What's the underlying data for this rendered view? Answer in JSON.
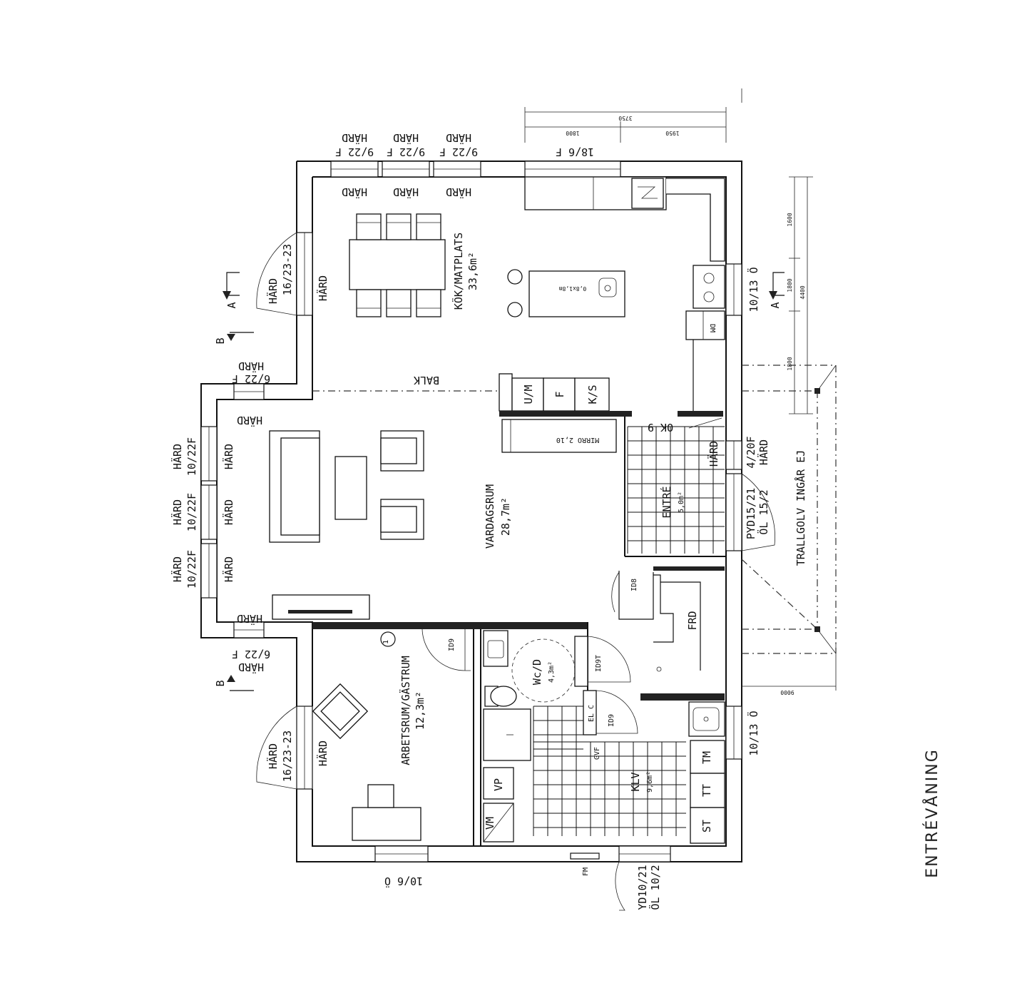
{
  "floor_title": "ENTRÉVÅNING",
  "rooms": {
    "kitchen": {
      "name": "KÖK/MATPLATS",
      "area": "33,6m²"
    },
    "living": {
      "name": "VARDAGSRUM",
      "area": "28,7m²"
    },
    "office": {
      "name": "ARBETSRUM/GÄSTRUM",
      "area": "12,3m²"
    },
    "entry": {
      "name": "ENTRÉ",
      "area": "5,0m²"
    },
    "wc": {
      "name": "Wc/D",
      "area": "4,3m²"
    },
    "klv": {
      "name": "KLV",
      "area": "9,6m²"
    }
  },
  "labels": {
    "window_9_22_f": "9/22 F",
    "window_18_6_f": "18/6 F",
    "hard": "HÄRD",
    "door_16_23_23": "16/23-23",
    "window_6_22_f": "6/22 F",
    "window_10_22f": "10/22F",
    "window_10_13_o": "10/13 Ö",
    "window_10_6_o": "10/6 Ö",
    "door_4_20f": "4/20F",
    "door_py_15_21": "PYD15/21",
    "door_ol_15_2": "ÖL 15/2",
    "door_yd_10_21": "YD10/21",
    "door_ol_10_2": "ÖL 10/2",
    "balk": "BALK",
    "island": "0,8x1,8m",
    "dm": "DM",
    "um": "U/M",
    "f": "F",
    "ks": "K/S",
    "ok9": "OK 9",
    "mirro": "MIRRO 2,10",
    "id8": "ID8",
    "id9": "ID9",
    "id9t": "ID9T",
    "frd": "FRD",
    "el_c": "EL C",
    "gvf": "GVF",
    "vp": "VP",
    "vm": "VM",
    "tm": "TM",
    "tt": "TT",
    "st": "ST",
    "fm": "FM",
    "section_a": "A",
    "section_b": "B",
    "circle_1": "1",
    "trall": "TRALLGOLV INGÅR EJ"
  },
  "dimensions": {
    "top_total": "3750",
    "top_left": "1800",
    "top_right": "1950",
    "right_1": "1600",
    "right_2": "1800",
    "right_total": "4400",
    "right_3": "1800",
    "deck_width": "9000"
  }
}
